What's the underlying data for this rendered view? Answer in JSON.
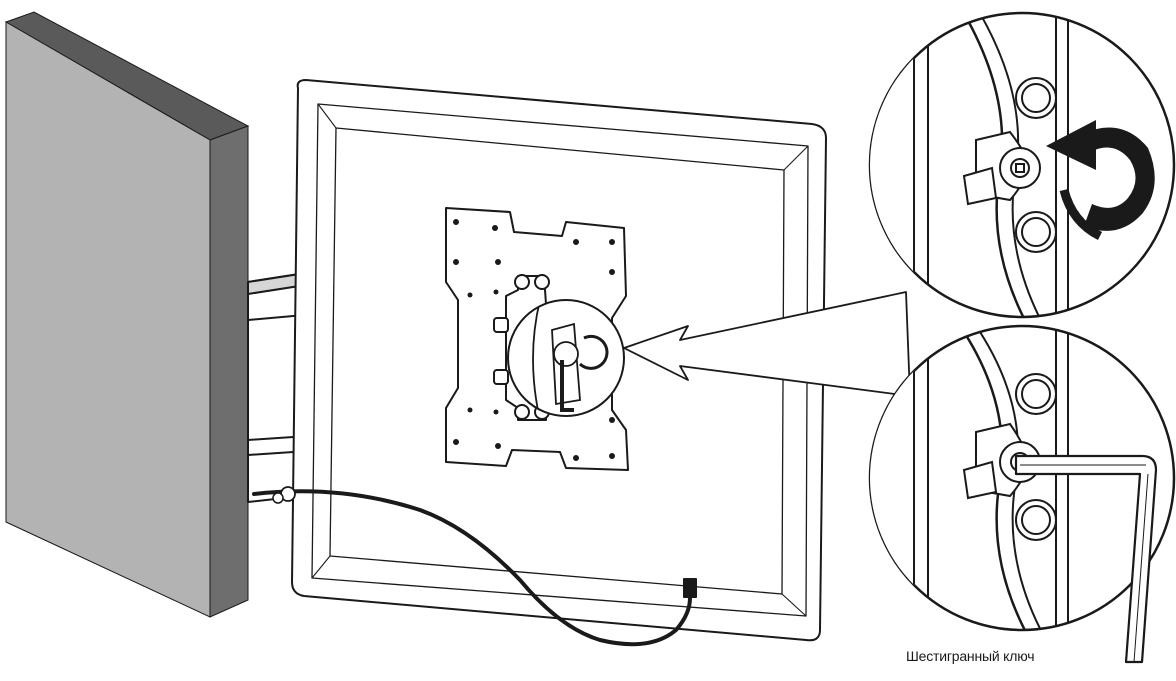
{
  "illustration": {
    "callout_label": "Шестигранный ключ",
    "icons": [
      "wall-panel",
      "tv-back-panel",
      "vesa-plate",
      "swing-arm",
      "power-cable",
      "zoom-detail-top-icon",
      "zoom-detail-bottom-icon",
      "rotate-arrow-icon",
      "hex-key-icon"
    ],
    "colors": {
      "wall_front": "#b3b3b3",
      "wall_side": "#6e6e6e",
      "line": "#1a1a1a",
      "paper": "#ffffff",
      "shade": "#d6d6d6"
    }
  }
}
